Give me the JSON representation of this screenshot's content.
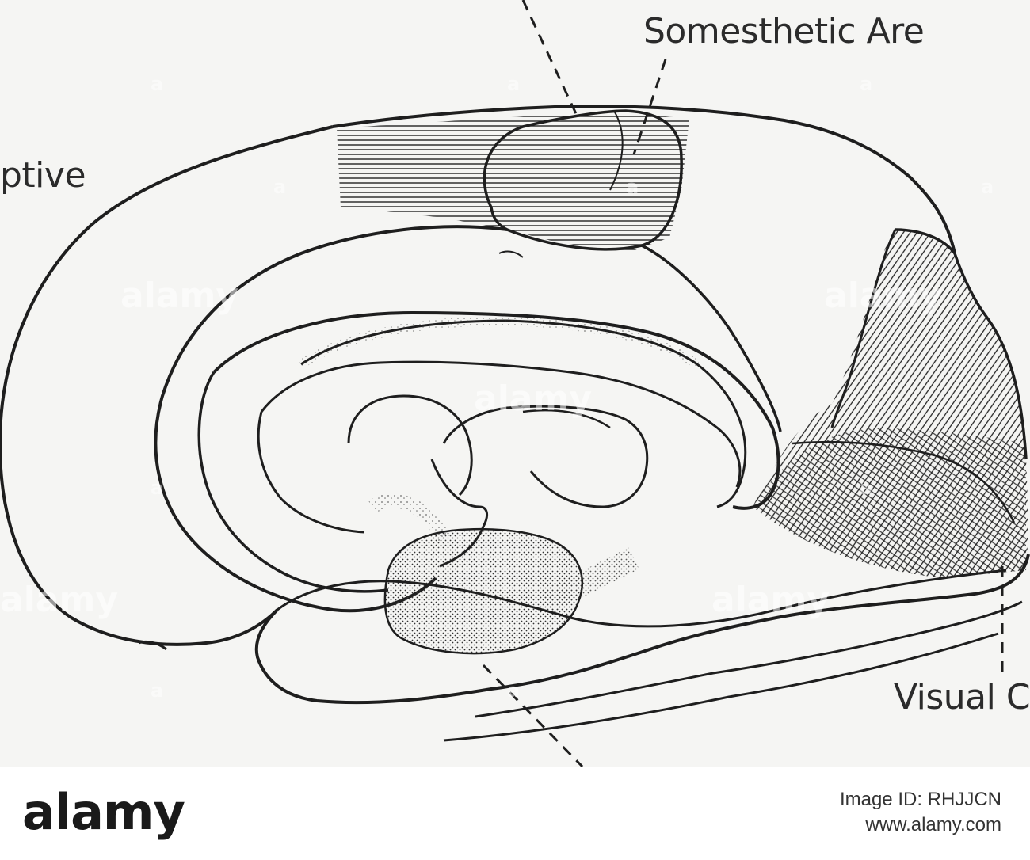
{
  "labels": {
    "somesthetic": "Somesthetic Are",
    "receptive": "ptive",
    "visual": "Visual Co"
  },
  "watermark": {
    "text": "alamy",
    "small_text": "a"
  },
  "footer": {
    "logo": "alamy",
    "image_id": "Image ID: RHJJCN",
    "url": "www.alamy.com"
  },
  "colors": {
    "ink": "#1e1e1e",
    "paper": "#f5f5f3",
    "footer_bg": "#ffffff"
  }
}
